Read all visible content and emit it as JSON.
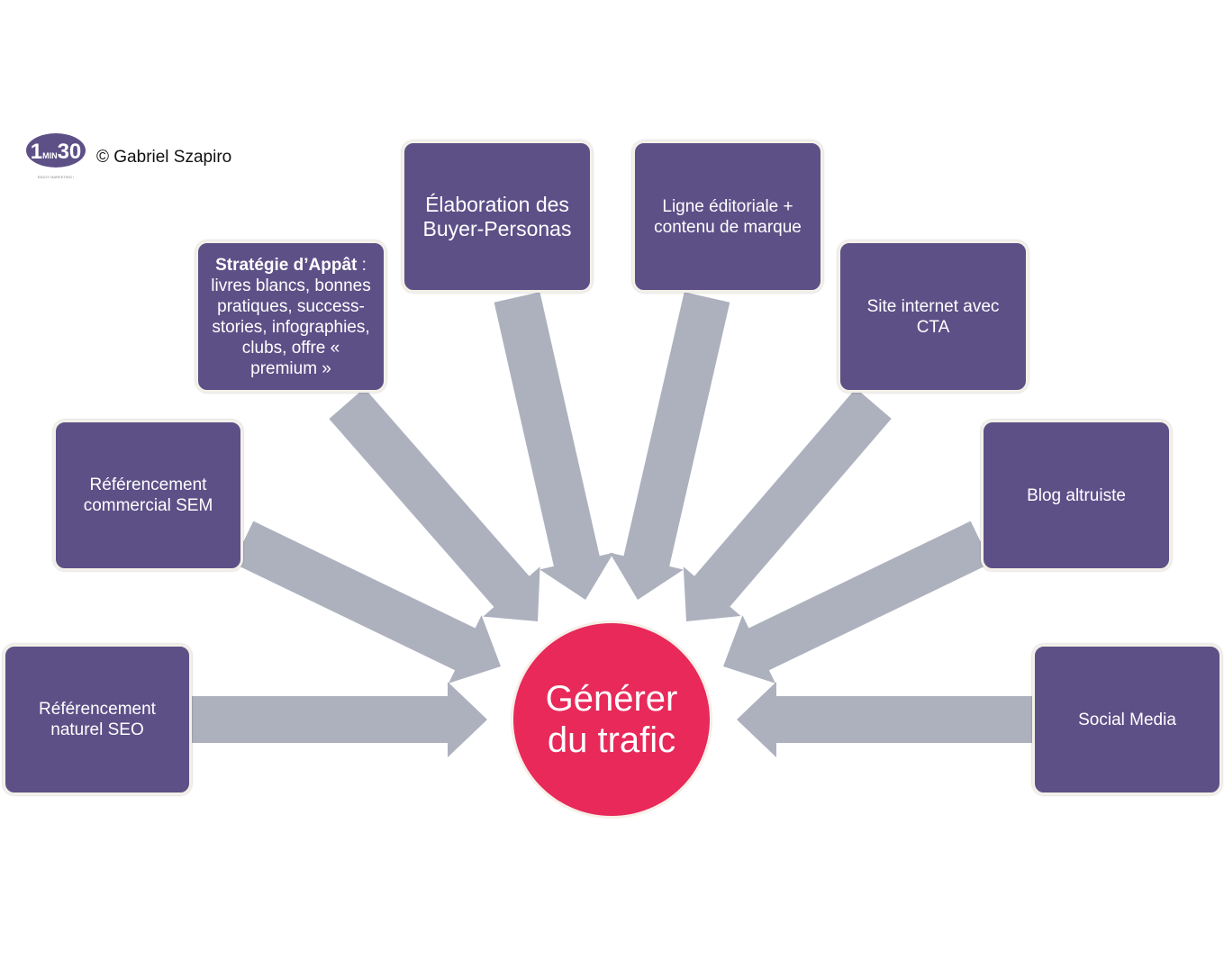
{
  "credit": "© Gabriel Szapiro",
  "logo": {
    "text": "1MIN30",
    "tagline": "ENJOY MARKETING !"
  },
  "center": {
    "label": "Générer du trafic"
  },
  "nodes": {
    "seo": {
      "label": "Référencement naturel SEO"
    },
    "sem": {
      "label": "Référencement commercial SEM"
    },
    "bait": {
      "title": "Stratégie d’Appât",
      "title_suffix": " :",
      "body": "livres blancs, bonnes pratiques, success-stories, infographies, clubs, offre « premium »"
    },
    "personas": {
      "label": "Élaboration des Buyer-Personas"
    },
    "editorial": {
      "label": "Ligne éditoriale + contenu de marque"
    },
    "website": {
      "label": "Site internet avec CTA"
    },
    "blog": {
      "label": "Blog altruiste"
    },
    "social": {
      "label": "Social Media"
    }
  },
  "colors": {
    "node_fill": "#5d5087",
    "hub_fill": "#e8295a",
    "arrow_fill": "#adb1be",
    "border": "#f3f0e8"
  }
}
